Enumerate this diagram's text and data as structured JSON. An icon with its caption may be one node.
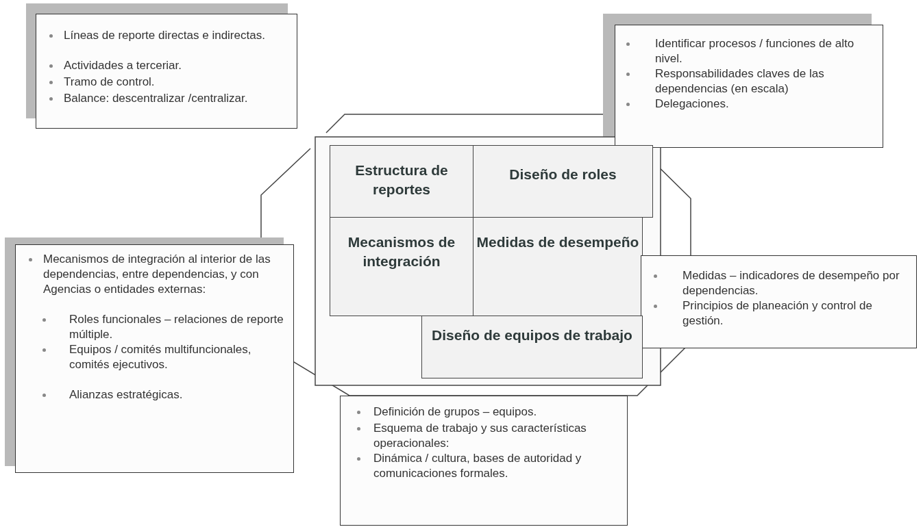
{
  "diagram": {
    "nodes": [
      {
        "text": [
          "Líneas de reporte directas e indirectas.",
          "Actividades a terceriar.",
          "Tramo de control.",
          "Balance: descentralizar /centralizar."
        ]
      },
      {
        "text": [
          "Identificar procesos / funciones de alto nivel.",
          "Responsabilidades claves de las dependencias (en escala)",
          "Delegaciones."
        ]
      },
      {
        "text": [
          "Estructura de reportes"
        ]
      },
      {
        "text": [
          "Diseño de roles"
        ]
      },
      {
        "text": [
          "Mecanismos de integración"
        ]
      },
      {
        "text": [
          "Medidas de desempeño"
        ]
      },
      {
        "text": [
          "Mecanismos  de integración al interior de las dependencias, entre dependencias, y con Agencias o entidades externas:",
          "Roles funcionales – relaciones de reporte múltiple.",
          "Equipos / comités multifuncionales, comités ejecutivos.",
          "Alianzas estratégicas."
        ]
      },
      {
        "text": [
          "Medidas – indicadores de desempeño por dependencias.",
          "Principios de planeación y control de gestión."
        ]
      },
      {
        "text": [
          "Diseño de equipos de trabajo"
        ]
      },
      {
        "text": [
          "Definición de grupos – equipos.",
          "Esquema de trabajo y sus características operacionales:",
          "Dinámica  / cultura, bases de autoridad y comunicaciones formales."
        ]
      }
    ]
  }
}
